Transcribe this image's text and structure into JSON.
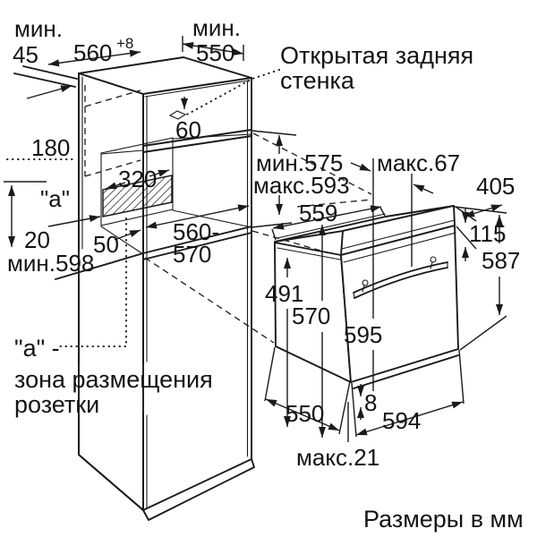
{
  "page": {
    "background": "#ffffff",
    "line_color": "#1a1a1a"
  },
  "labels": {
    "min45_prefix": "мин.",
    "min45": "45",
    "top_width": "560",
    "top_width_tolerance": "+8",
    "min550_prefix": "мин.",
    "min550": "550",
    "open_back_line1": "Открытая задняя",
    "open_back_line2": "стенка",
    "d180": "180",
    "d60": "60",
    "d320": "320",
    "a_ref": "\"a\"",
    "d20": "20",
    "d50": "50",
    "min598": "мин.598",
    "niche_width_line1": "560-",
    "niche_width_line2": "570",
    "min575": "мин.575",
    "max593": "макс.593",
    "max67": "макс.67",
    "d559": "559",
    "d405": "405",
    "d115": "115",
    "d587": "587",
    "d491": "491",
    "d570": "570",
    "d595": "595",
    "d550": "550",
    "d8": "8",
    "d594": "594",
    "max21": "макс.21",
    "socket_note_line1": "\"a\" -",
    "socket_note_line2": "зона размещения",
    "socket_note_line3": "розетки",
    "units": "Размеры в мм"
  }
}
